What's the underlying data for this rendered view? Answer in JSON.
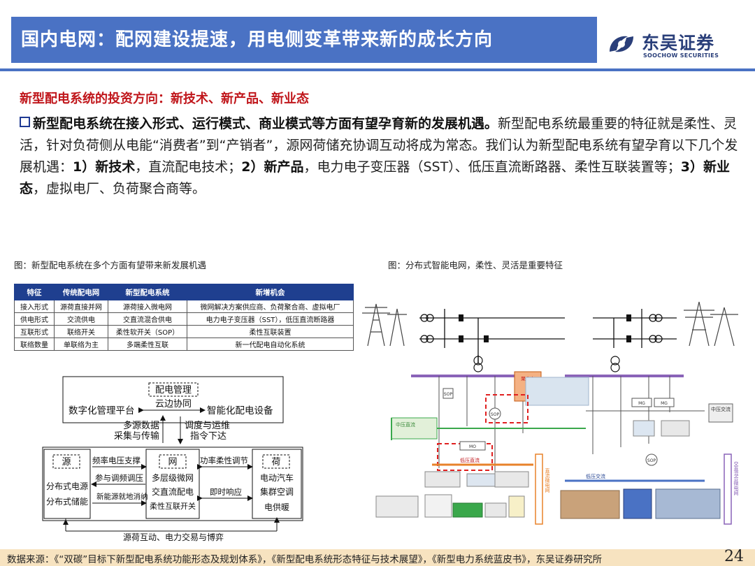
{
  "header": {
    "title": "国内电网：配网建设提速，用电侧变革带来新的成长方向",
    "brand_cn": "东吴证券",
    "brand_en": "SOOCHOW SECURITIES"
  },
  "section_heading": "新型配电系统的投资方向：新技术、新产品、新业态",
  "paragraph": {
    "lead": "新型配电系统在接入形式、运行模式、商业模式等方面有望孕育新的发展机遇。",
    "body1": "新型配电系统最重要的特征就是柔性、灵活，针对负荷侧从电能“消费者”到“产销者”，源网荷储充协调互动将成为常态。我们认为新型配电系统有望孕育以下几个发展机遇：",
    "p1_label": "1）新技术",
    "p1_text": "，直流配电技术；",
    "p2_label": "2）新产品",
    "p2_text": "，电力电子变压器（SST）、低压直流断路器、柔性互联装置等；",
    "p3_label": "3）新业态",
    "p3_text": "，虚拟电厂、负荷聚合商等。"
  },
  "left_caption": "图：新型配电系统在多个方面有望带来新发展机遇",
  "right_caption": "图：分布式智能电网，柔性、灵活是重要特征",
  "table": {
    "headers": [
      "特征",
      "传统配电网",
      "新型配电系统",
      "新增机会"
    ],
    "rows": [
      [
        "接入形式",
        "源荷直接并网",
        "源荷接入微电网",
        "微网解决方案供应商、负荷聚合商、虚拟电厂"
      ],
      [
        "供电形式",
        "交流供电",
        "交直流混合供电",
        "电力电子变压器（SST），低压直流断路器"
      ],
      [
        "互联形式",
        "联络开关",
        "柔性软开关（SOP）",
        "柔性互联装置"
      ],
      [
        "联络数量",
        "单联络为主",
        "多端柔性互联",
        "新一代配电自动化系统"
      ]
    ]
  },
  "diagram": {
    "top_box": "配电管理",
    "cloud_edge": "云边协同",
    "digital_platform": "数字化管理平台",
    "smart_device": "智能化配电设备",
    "multi_source_1": "多源数据",
    "multi_source_2": "采集与传输",
    "dispatch_1": "调度与运维",
    "dispatch_2": "指令下达",
    "source": "源",
    "grid": "网",
    "load": "荷",
    "freq_support": "频率电压支撑",
    "freq_reg": "参与调频调压",
    "new_energy": "新能源就地消纳",
    "power_flow": "功率柔性调节",
    "instant": "即时响应",
    "src_1": "分布式电源",
    "src_2": "分布式储能",
    "grid_1": "多层级微网",
    "grid_2": "交直流配电",
    "grid_3": "柔性互联开关",
    "load_1": "电动汽车",
    "load_2": "集群空调",
    "load_3": "电供暖",
    "bottom": "源荷互动、电力交易与博弈"
  },
  "grid_figure": {
    "mv_dc": "中压直流",
    "mv_ac": "中压交流",
    "lv_dc": "低压直流",
    "lv_ac": "低压交流",
    "dc_microgrid": "直流微电网",
    "hybrid_microgrid": "交直混合微电网",
    "charging": "聚合充",
    "sop1": "SOP",
    "sop2": "SOP",
    "sop3": "SOP",
    "mg1": "MG",
    "mg2": "MG",
    "mo": "MO"
  },
  "colors": {
    "title_bg": "#4a72c4",
    "accent_red": "#c0161b",
    "table_header": "#1f3f8f",
    "footer_bg": "#f7e3c0",
    "bus_purple": "#8a63b8",
    "line_green": "#3aa84b",
    "line_orange": "#e8822a"
  },
  "footer": {
    "source": "数据来源：《“双碳”目标下新型配电系统功能形态及规划体系》，《新型配电系统形态特征与技术展望》，《新型电力系统蓝皮书》，东吴证券研究所",
    "page": "24"
  }
}
